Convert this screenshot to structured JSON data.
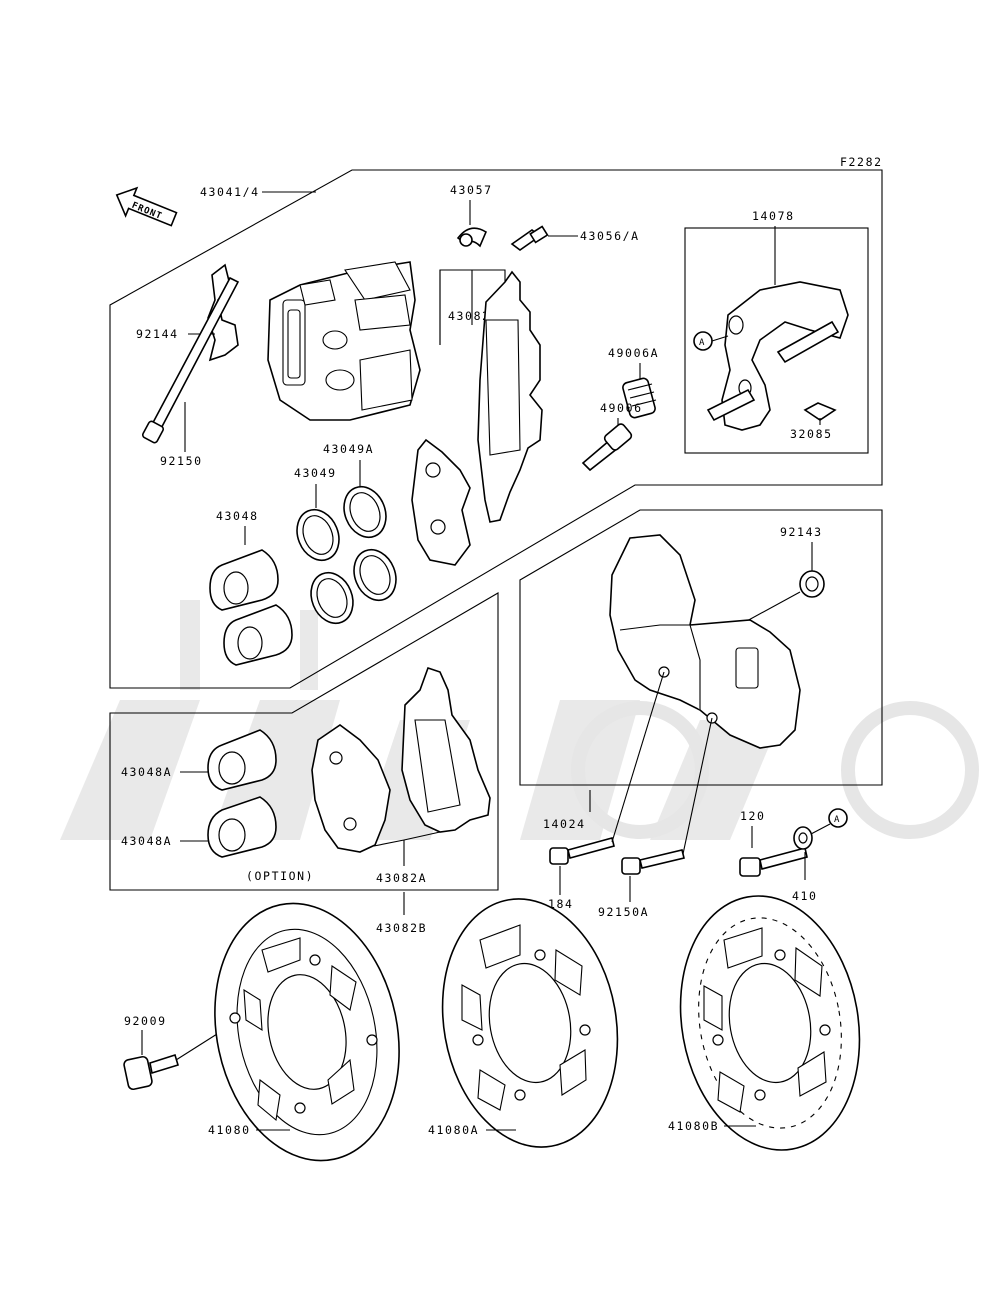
{
  "figure_code": "F2282",
  "front_arrow_text": "FRONT",
  "option_text": "(OPTION)",
  "ref_mark": "A",
  "labels": {
    "caliper_assy": "43041/4",
    "bleeder_cap": "43057",
    "bleeder_valve": "43056/A",
    "bracket": "14078",
    "pad_spring": "92144",
    "pad_set": "43082",
    "boot": "49006A",
    "pin": "49006",
    "pin_shaft": "92150",
    "seal_b": "43049A",
    "seal": "43049",
    "piston": "43048",
    "clip": "32085",
    "collar": "92143",
    "piston_opt_1": "43048A",
    "piston_opt_2": "43048A",
    "pad_opt": "43082A",
    "pad_opt_set": "43082B",
    "guard": "14024",
    "bolt_184": "184",
    "bolt_92150a": "92150A",
    "bolt_120": "120",
    "washer": "410",
    "disc_bolt": "92009",
    "disc": "41080",
    "disc_a": "41080A",
    "disc_b": "41080B"
  }
}
